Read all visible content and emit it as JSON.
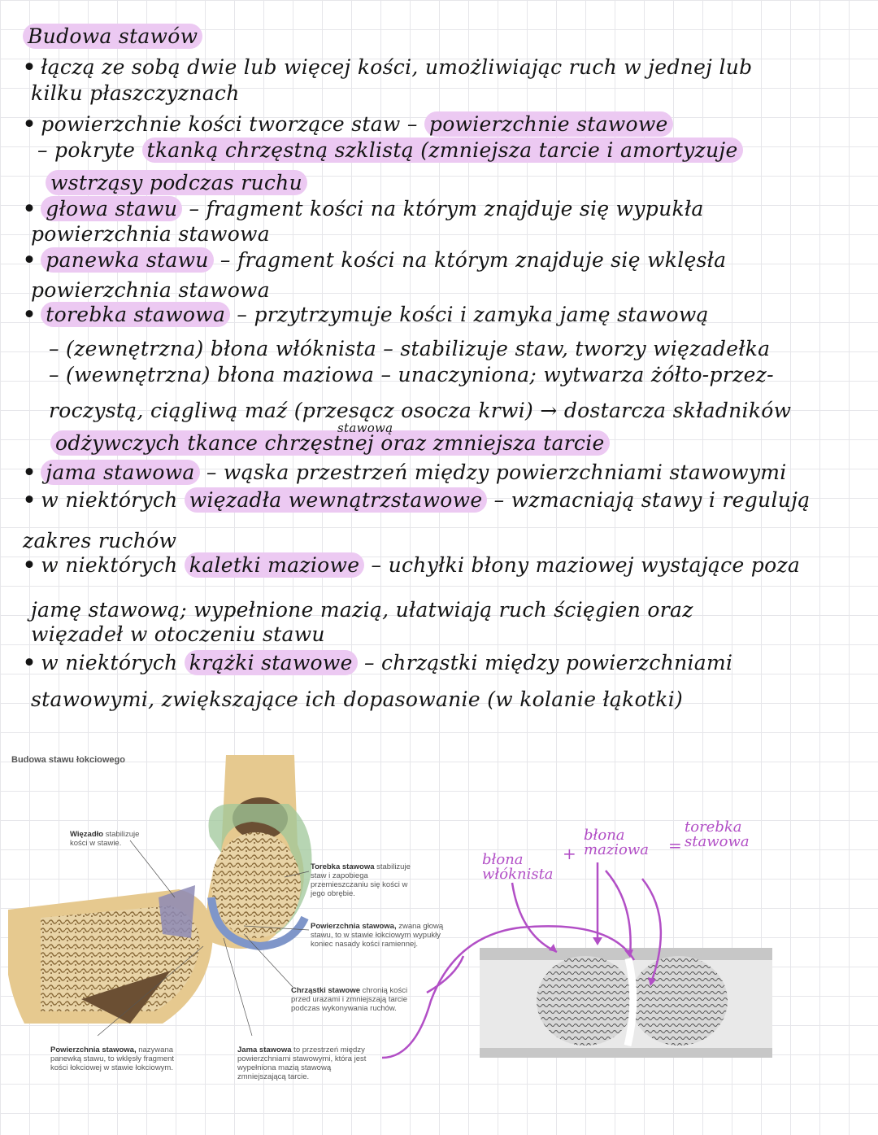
{
  "title": "Budowa stawów",
  "notes": [
    {
      "pre": "łączą ze sobą dwie lub więcej kości, umożliwiając ruch w jednej lub",
      "hl": "",
      "post": ""
    },
    {
      "pre": "kilku płaszczyznach",
      "hl": "",
      "post": ""
    },
    {
      "pre": "powierzchnie kości tworzące staw – ",
      "hl": "powierzchnie stawowe",
      "post": ""
    },
    {
      "pre": "– pokryte ",
      "hl": "tkanką chrzęstną szklistą (zmniejsza tarcie i amortyzuje",
      "post": ""
    },
    {
      "pre": "",
      "hl": "wstrząsy podczas ruchu",
      "post": ""
    },
    {
      "pre": "",
      "hl": "głowa stawu",
      "post": " – fragment kości na którym znajduje się wypukła"
    },
    {
      "pre": "powierzchnia stawowa",
      "hl": "",
      "post": ""
    },
    {
      "pre": "",
      "hl": "panewka stawu",
      "post": " – fragment kości na którym znajduje się wklęsła"
    },
    {
      "pre": "powierzchnia stawowa",
      "hl": "",
      "post": ""
    },
    {
      "pre": "",
      "hl": "torebka stawowa",
      "post": " – przytrzymuje kości i zamyka jamę stawową"
    },
    {
      "pre": "– (zewnętrzna) błona włóknista – stabilizuje staw, tworzy więzadełka",
      "hl": "",
      "post": ""
    },
    {
      "pre": "– (wewnętrzna) błona maziowa – unaczyniona; wytwarza żółto-przez-",
      "hl": "",
      "post": ""
    },
    {
      "pre": "roczystą, ciągliwą maź (przesącz osocza krwi) → dostarcza składników",
      "hl": "",
      "post": ""
    },
    {
      "pre": "",
      "hl": "odżywczych tkance chrzęstnej oraz zmniejsza tarcie",
      "post": ""
    },
    {
      "pre": "",
      "hl": "jama stawowa",
      "post": " – wąska przestrzeń między powierzchniami stawowymi"
    },
    {
      "pre": "w niektórych ",
      "hl": "więzadła wewnątrzstawowe",
      "post": " – wzmacniają stawy i regulują"
    },
    {
      "pre": "zakres ruchów",
      "hl": "",
      "post": ""
    },
    {
      "pre": "w niektórych ",
      "hl": "kaletki maziowe",
      "post": " – uchyłki błony maziowej wystające poza"
    },
    {
      "pre": "jamę stawową; wypełnione mazią, ułatwiają ruch ścięgien oraz",
      "hl": "",
      "post": ""
    },
    {
      "pre": "więzadeł w otoczeniu stawu",
      "hl": "",
      "post": ""
    },
    {
      "pre": "w niektórych ",
      "hl": "krążki stawowe",
      "post": " – chrząstki między powierzchniami"
    },
    {
      "pre": "stawowymi, zwiększające ich dopasowanie (w kolanie łąkotki)",
      "hl": "",
      "post": ""
    }
  ],
  "note_above_line12": "stawową",
  "figure_left": {
    "title": "Budowa stawu łokciowego",
    "labels": {
      "ligament": {
        "bold": "Więzadło",
        "rest": " stabilizuje kości w stawie."
      },
      "capsule": {
        "bold": "Torebka stawowa",
        "rest": " stabilizuje staw i zapobiega przemieszczaniu się kości w jego obrębie."
      },
      "surface_head": {
        "bold": "Powierzchnia stawowa,",
        "rest": " zwana głową stawu, to w stawie łokciowym wypukły koniec nasady kości ramiennej."
      },
      "cartilage": {
        "bold": "Chrząstki stawowe",
        "rest": " chronią kości przed urazami i zmniejszają tarcie podczas wykonywania ruchów."
      },
      "surface_socket": {
        "bold": "Powierzchnia stawowa,",
        "rest": " nazywana panewką stawu, to wklęsły fragment kości łokciowej w stawie łokciowym."
      },
      "cavity": {
        "bold": "Jama stawowa",
        "rest": " to przestrzeń między powierzchniami stawowymi, która jest wypełniona mazią stawową zmniejszającą tarcie."
      }
    }
  },
  "figure_right": {
    "fibrous": "błona włóknista",
    "plus": "+",
    "synovial": "błona maziowa",
    "equals": "=",
    "capsule": "torebka stawowa"
  },
  "colors": {
    "highlight": "#ecc9f2",
    "annotation": "#b24fc6",
    "grid": "#e6e6ea"
  }
}
